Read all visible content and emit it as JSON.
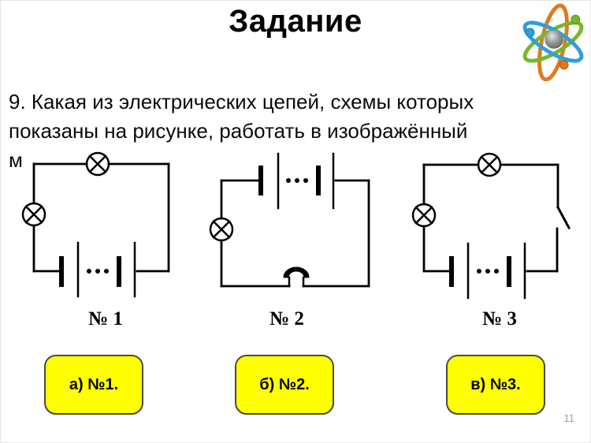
{
  "slide": {
    "title": "Задание",
    "page_number": "11"
  },
  "question": {
    "lines": [
      "9. Какая из электрических цепей, схемы которых",
      "показаны на рисунке, работать в изображённый",
      "м"
    ]
  },
  "figure": {
    "description": "Три схемы электрических цепей (сканированный рисунок, чёрным по белому)",
    "circuits": [
      {
        "label": "№ 1",
        "components": [
          "lamp-top",
          "lamp-left",
          "battery-bottom"
        ]
      },
      {
        "label": "№ 2",
        "components": [
          "battery-top",
          "lamp-left",
          "push-button-bottom"
        ]
      },
      {
        "label": "№ 3",
        "components": [
          "lamp-top",
          "lamp-left",
          "open-switch-right",
          "battery-bottom"
        ]
      }
    ]
  },
  "answers": [
    {
      "key": "a",
      "label": "а) №1."
    },
    {
      "key": "b",
      "label": "б) №2."
    },
    {
      "key": "v",
      "label": "в) №3."
    }
  ],
  "icons": {
    "atom": "atom-icon"
  },
  "colors": {
    "answer_bg": "#FFFF00",
    "answer_border": "#4a4a4a",
    "drawing": "#000000",
    "page_number": "#a0a0a0",
    "atom_orange": "#E07A1F",
    "atom_green": "#76B82A",
    "atom_blue": "#2D9FD8"
  }
}
